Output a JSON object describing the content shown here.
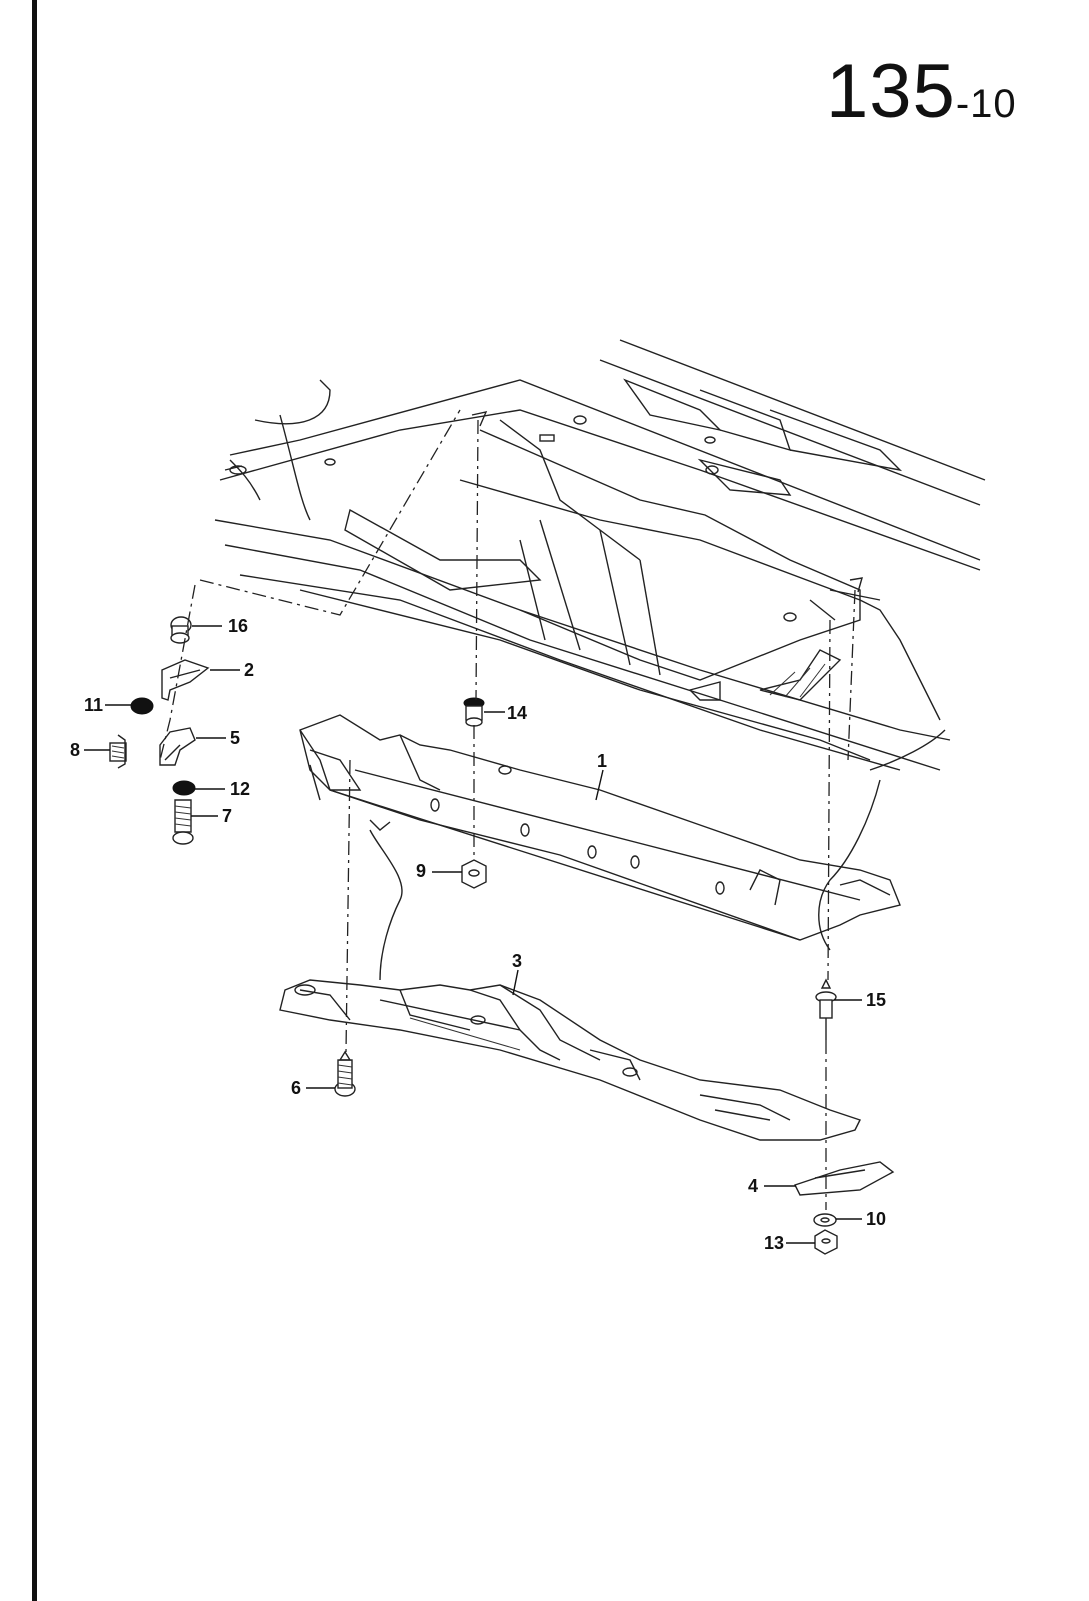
{
  "page_number": {
    "major": "135",
    "minor": "-10"
  },
  "callouts": [
    {
      "id": "p1",
      "label": "1"
    },
    {
      "id": "p2",
      "label": "2"
    },
    {
      "id": "p3",
      "label": "3"
    },
    {
      "id": "p4",
      "label": "4"
    },
    {
      "id": "p5",
      "label": "5"
    },
    {
      "id": "p6",
      "label": "6"
    },
    {
      "id": "p7",
      "label": "7"
    },
    {
      "id": "p8",
      "label": "8"
    },
    {
      "id": "p9",
      "label": "9"
    },
    {
      "id": "p10",
      "label": "10"
    },
    {
      "id": "p11",
      "label": "11"
    },
    {
      "id": "p12",
      "label": "12"
    },
    {
      "id": "p13",
      "label": "13"
    },
    {
      "id": "p14",
      "label": "14"
    },
    {
      "id": "p15",
      "label": "15"
    },
    {
      "id": "p16",
      "label": "16"
    }
  ]
}
